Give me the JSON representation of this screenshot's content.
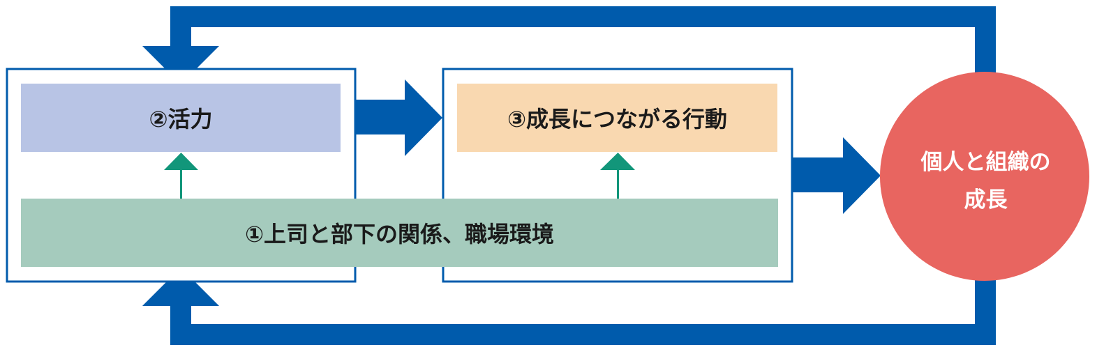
{
  "colors": {
    "frame_blue": "#005bac",
    "box_vitality": "#b8c4e5",
    "box_action": "#f9d8b0",
    "box_foundation": "#a5cbbd",
    "small_arrow_green": "#12967a",
    "circle_red": "#e86560",
    "circle_text": "#ffffff"
  },
  "nodes": {
    "vitality": "②活力",
    "action": "③成長につながる行動",
    "foundation": "①上司と部下の関係、職場環境",
    "outcome_line1": "個人と組織の",
    "outcome_line2": "成長"
  }
}
